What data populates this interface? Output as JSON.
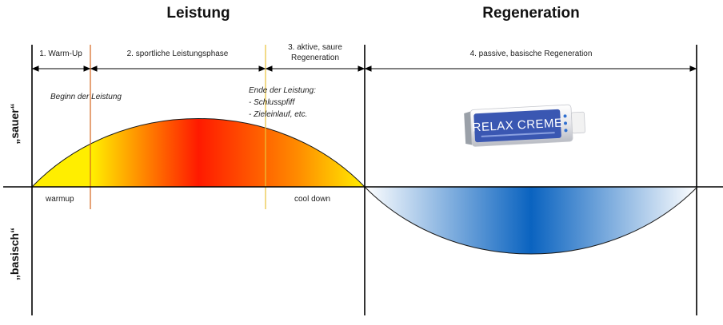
{
  "headings": {
    "performance": "Leistung",
    "regeneration": "Regeneration"
  },
  "phases": [
    {
      "label_lines": [
        "1. Warm-Up"
      ]
    },
    {
      "label_lines": [
        "2. sportliche Leistungsphase"
      ]
    },
    {
      "label_lines": [
        "3. aktive, saure",
        "Regeneration"
      ]
    },
    {
      "label_lines": [
        "4. passive, basische Regeneration"
      ]
    }
  ],
  "annotations": {
    "start": "Beginn der Leistung",
    "end_lines": [
      "Ende der Leistung:",
      "- Schlusspfiff",
      "- Zieleinlauf, etc."
    ],
    "warmup": "warmup",
    "cooldown": "cool down"
  },
  "axis": {
    "acid": "„sauer“",
    "basic": "„basisch“"
  },
  "product": {
    "name": "RELAX CREME"
  },
  "colors": {
    "acid_edge": "#ffee00",
    "acid_mid": "#ff8c00",
    "acid_peak": "#ff1a00",
    "basic_edge": "#ffffff",
    "basic_peak": "#0a63c0",
    "marker": "#d4661e",
    "marker_end": "#e8c23a"
  }
}
